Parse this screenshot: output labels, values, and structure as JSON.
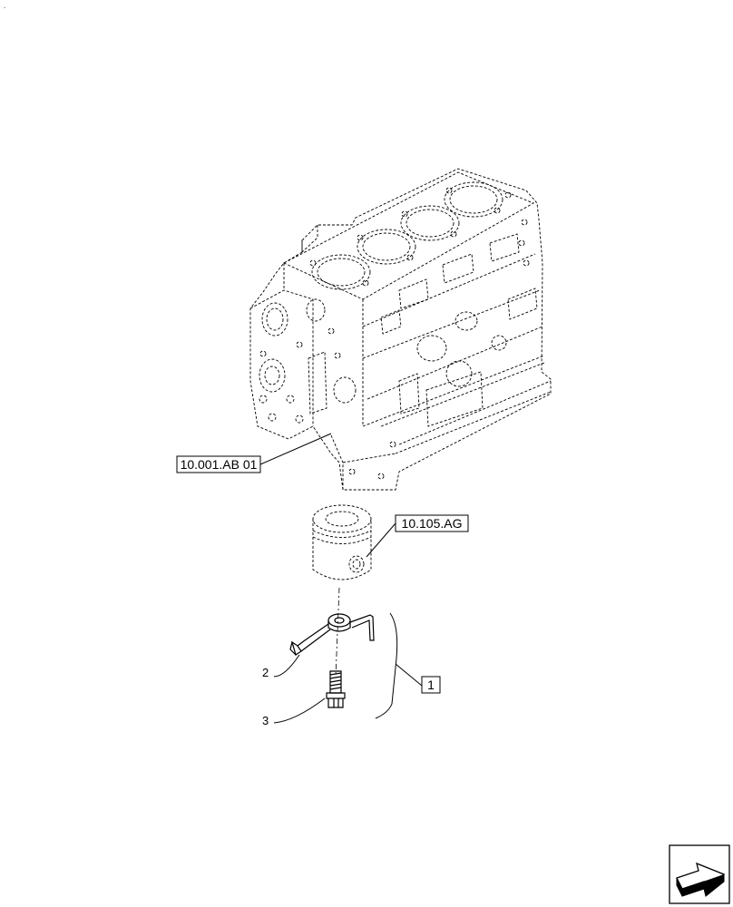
{
  "diagram": {
    "references": {
      "engine_block": "10.001.AB 01",
      "piston": "10.105.AG",
      "kit": "1"
    },
    "callouts": {
      "jet": "2",
      "bolt": "3"
    },
    "nav": {
      "icon": "next-page-arrow-icon"
    },
    "colors": {
      "line": "#000000",
      "background": "#ffffff"
    }
  }
}
